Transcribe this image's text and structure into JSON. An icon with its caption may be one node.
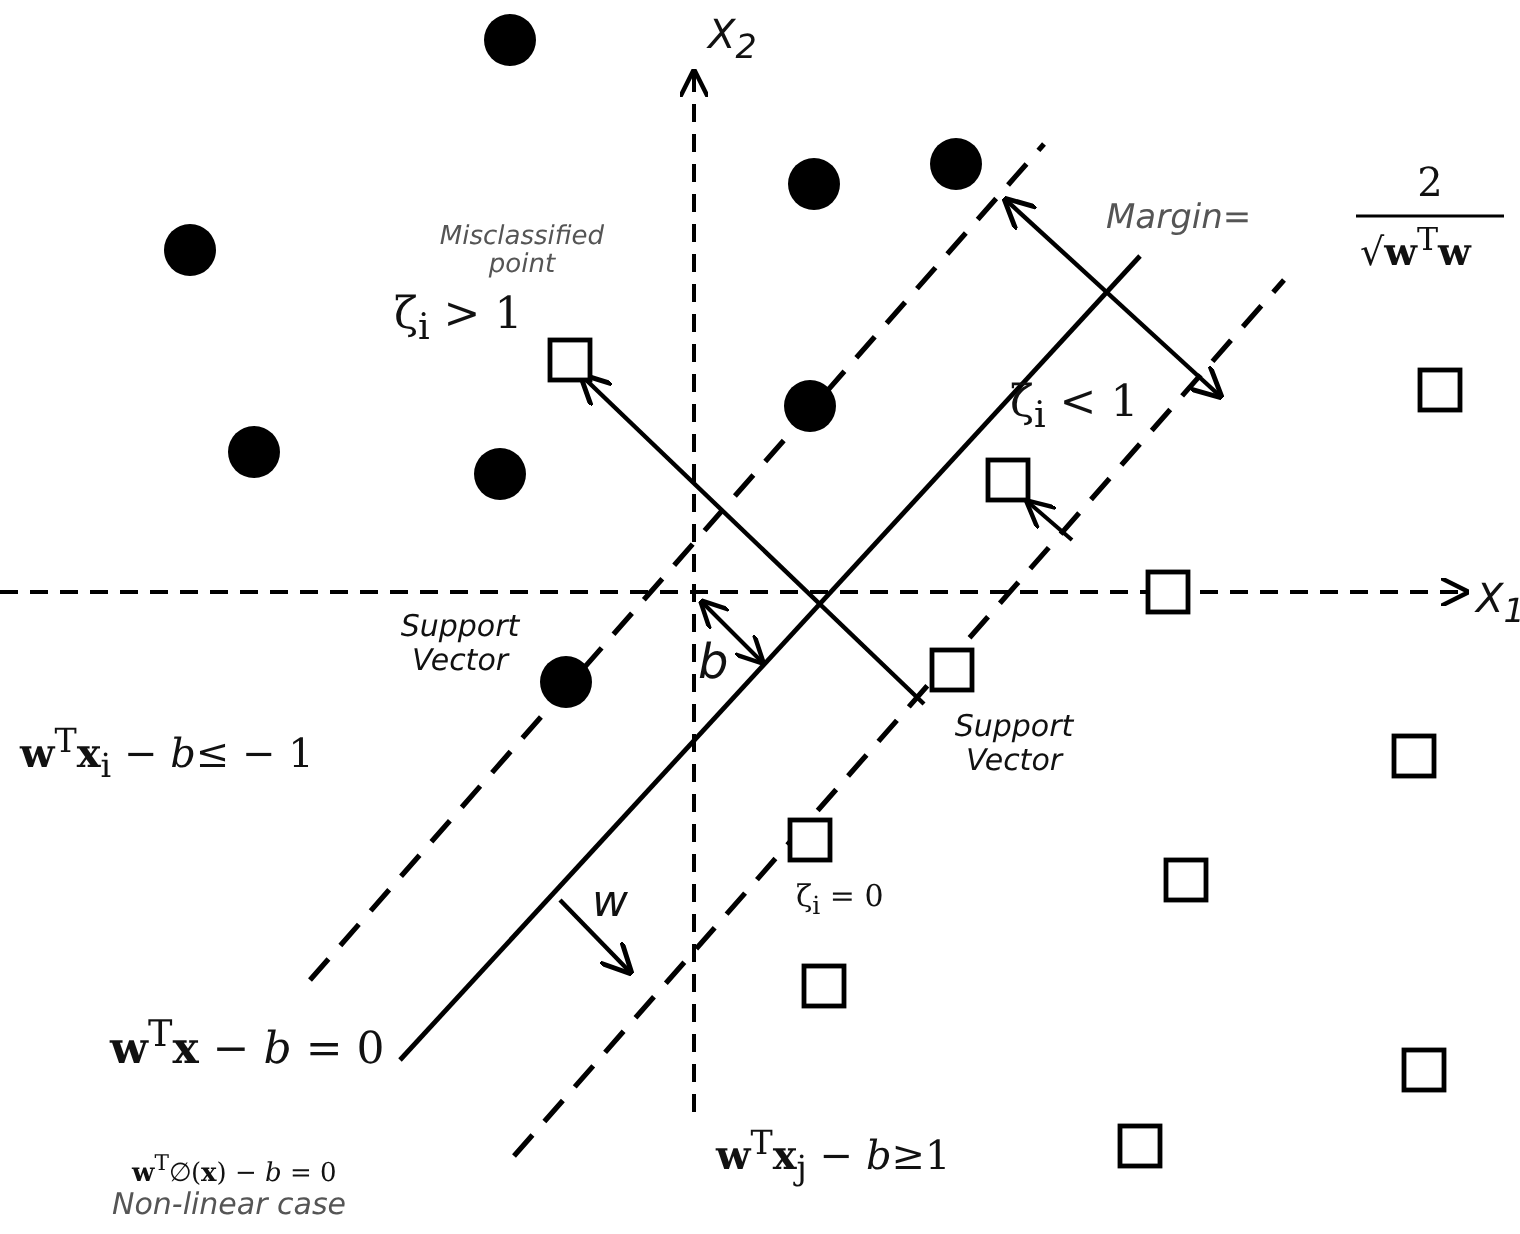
{
  "diagram": {
    "labels": [
      "X$_{2}$",
      "Misclassified point",
      "Margin=",
      "2",
      "√**w**$^{T}$**w**",
      "ζ$_{i}$ > 1",
      "ζ$_{i}$ < 1",
      "X$_{1}$",
      "Support Vector",
      "b",
      "**w**$^{T}$**x**$_{i}$ − *b*≤ − 1",
      "Support Vector",
      "ζ$_{i}$ = 0",
      "w",
      "**w**$^{T}$**x** − *b* = 0",
      "**w**$^{T}$**x**$_{j}$ − *b*≥1",
      "**w**$^{T}$∅(**x**) − *b* = 0",
      "Non-linear case"
    ]
  }
}
